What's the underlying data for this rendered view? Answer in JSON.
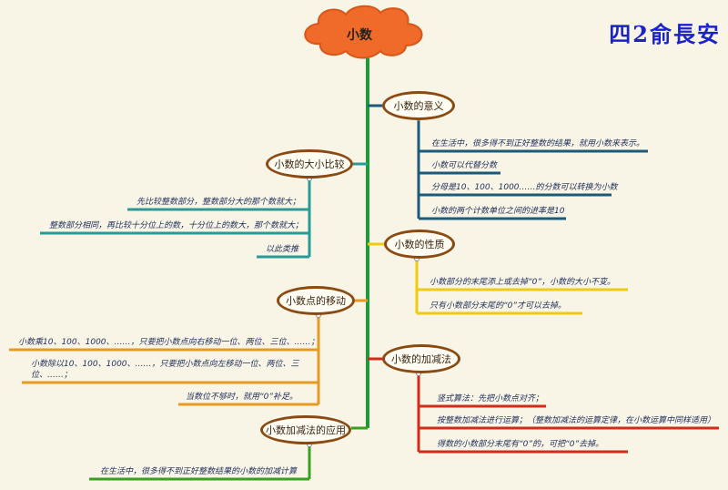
{
  "author": "四2俞長安",
  "root": "小数",
  "branches": {
    "meaning": {
      "label": "小数的意义",
      "items": [
        "在生活中，很多得不到正好整数的结果，就用小数来表示。",
        "小数可以代替分数",
        "分母是10、100、1000……的分数可以转换为小数",
        "小数的两个计数单位之间的进率是10"
      ]
    },
    "compare": {
      "label": "小数的大小比较",
      "items": [
        "先比较整数部分，整数部分大的那个数就大；",
        "整数部分相同，再比较十分位上的数，十分位上的数大，那个数就大；",
        "以此类推"
      ]
    },
    "property": {
      "label": "小数的性质",
      "items": [
        "小数部分的末尾添上或去掉“0”，小数的大小不变。",
        "只有小数部分末尾的“0”才可以去掉。"
      ]
    },
    "move": {
      "label": "小数点的移动",
      "items": [
        "小数乘10、100、1000、……，只要把小数点向右移动一位、两位、三位、……；",
        "小数除以10、100、1000、……，只要把小数点向左移动一位、两位、三位、……；",
        "当数位不够时，就用“0”补足。"
      ]
    },
    "addsub": {
      "label": "小数的加减法",
      "items": [
        "竖式算法：先把小数点对齐；",
        "按整数加减法进行运算；（整数加减法的运算定律，在小数运算中同样适用）",
        "得数的小数部分末尾有“0”的，可把“0”去掉。"
      ]
    },
    "apply": {
      "label": "小数加减法的应用",
      "items": [
        "在生活中，很多得不到正好整数结果的小数的加减计算"
      ]
    }
  },
  "colors": {
    "trunk": "#1f9a3a",
    "meaning": "#1b5a78",
    "compare": "#2a9a96",
    "property": "#f0cc10",
    "move": "#e89a20",
    "addsub": "#d42a1a",
    "apply": "#3aa020",
    "cloud": "#f06a2a"
  }
}
